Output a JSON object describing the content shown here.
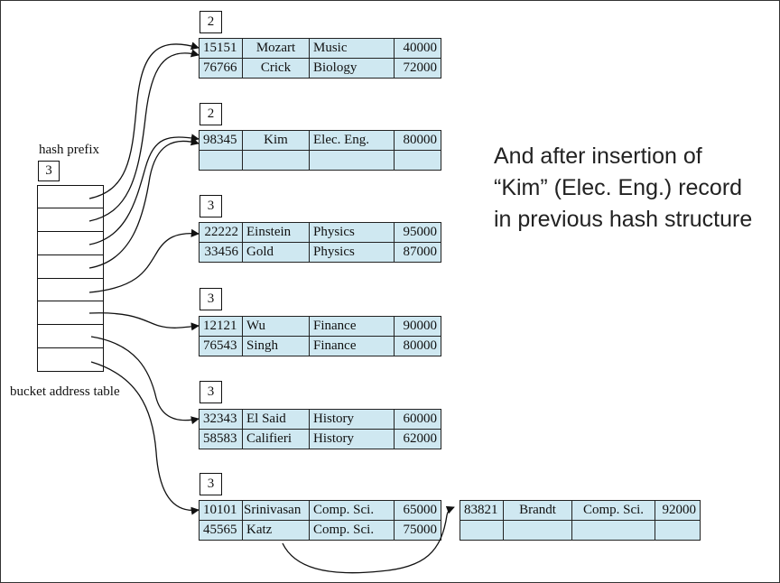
{
  "labels": {
    "hash_prefix": "hash prefix",
    "hash_prefix_value": "3",
    "table_label": "bucket address table"
  },
  "caption": {
    "line1": "And after insertion of",
    "line2": "“Kim” (Elec. Eng.) record",
    "line3": "in previous hash structure"
  },
  "buckets": [
    {
      "depth": "2",
      "rows": [
        [
          "15151",
          "Mozart",
          "Music",
          "40000"
        ],
        [
          "76766",
          "Crick",
          "Biology",
          "72000"
        ]
      ]
    },
    {
      "depth": "2",
      "rows": [
        [
          "98345",
          "Kim",
          "Elec. Eng.",
          "80000"
        ],
        [
          "",
          "",
          "",
          ""
        ]
      ]
    },
    {
      "depth": "3",
      "rows": [
        [
          "22222",
          "Einstein",
          "Physics",
          "95000"
        ],
        [
          "33456",
          "Gold",
          "Physics",
          "87000"
        ]
      ]
    },
    {
      "depth": "3",
      "rows": [
        [
          "12121",
          "Wu",
          "Finance",
          "90000"
        ],
        [
          "76543",
          "Singh",
          "Finance",
          "80000"
        ]
      ]
    },
    {
      "depth": "3",
      "rows": [
        [
          "32343",
          "El Said",
          "History",
          "60000"
        ],
        [
          "58583",
          "Califieri",
          "History",
          "62000"
        ]
      ]
    },
    {
      "depth": "3",
      "rows": [
        [
          "10101",
          "Srinivasan",
          "Comp. Sci.",
          "65000"
        ],
        [
          "45565",
          "Katz",
          "Comp. Sci.",
          "75000"
        ]
      ]
    }
  ],
  "overflow": {
    "rows": [
      [
        "83821",
        "Brandt",
        "Comp. Sci.",
        "92000"
      ],
      [
        "",
        "",
        "",
        ""
      ]
    ]
  },
  "colors": {
    "bucket_fill": "#cfe8f1",
    "stroke": "#111111"
  }
}
